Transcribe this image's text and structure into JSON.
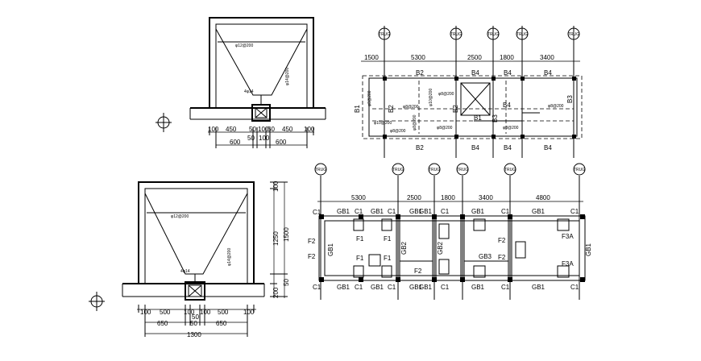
{
  "axis_label": "TRUG",
  "pile_cap_top": {
    "rebar_top": "φ12@200",
    "rebar_side": "φ14@200",
    "anchor": "4φ14",
    "dims_row1": [
      "100",
      "450",
      "50",
      "100",
      "50",
      "450",
      "100"
    ],
    "dims_row2": [
      "600",
      "50",
      "100",
      "600"
    ]
  },
  "pile_cap_bottom": {
    "rebar_top": "φ12@200",
    "rebar_side": "φ14@200",
    "anchor": "4φ14",
    "dims_row1": [
      "100",
      "500",
      "100",
      "50",
      "100",
      "500",
      "100"
    ],
    "dims_row2": [
      "650",
      "50",
      "650"
    ],
    "dims_total": "1300",
    "vertical_dims": [
      "100",
      "1250",
      "1500",
      "50",
      "200"
    ]
  },
  "top_plan": {
    "spans": [
      "1500",
      "5300",
      "2500",
      "1800",
      "3400"
    ],
    "labels": {
      "B2_top": "B2",
      "B4_top1": "B4",
      "B4_top2": "B4",
      "B4_top3": "B4",
      "B1": "B1",
      "B2_mid1": "B2",
      "B2_mid2": "B2",
      "B3_1": "B3",
      "B3_2": "B3",
      "B4_mid": "B4",
      "B1_mid": "B1",
      "B2_bot": "B2",
      "B4_bot1": "B4",
      "B4_bot2": "B4",
      "B4_bot3": "B4"
    },
    "rebar": {
      "r1": "φ8@200",
      "r2": "φ10@200",
      "r3": "φ8@200",
      "r4": "φ8@200",
      "r5": "φ10@200",
      "r6": "φ8@200",
      "r7": "φ8@200",
      "r8": "φ8@200",
      "r9": "φ8@200",
      "r10": "φ8@200"
    }
  },
  "bottom_plan": {
    "spans": [
      "5300",
      "2500",
      "1800",
      "3400",
      "4800"
    ],
    "labels": {
      "c1": "C1",
      "c2": "C1",
      "c3": "C1",
      "c4": "C1",
      "c5": "C1",
      "c6": "C1",
      "c7": "C1",
      "c8": "C1",
      "c9": "C1",
      "c10": "C1",
      "c11": "C1",
      "c12": "C1",
      "gb_top1": "GB1",
      "gb_top2": "GB1",
      "gb_top3": "GB1",
      "gb_top4": "GB1",
      "gb_top5": "GB1",
      "gb_top6": "GB1",
      "gb_bot1": "GB1",
      "gb_bot2": "GB1",
      "gb_bot3": "GB1",
      "gb_bot4": "GB1",
      "gb_bot5": "GB1",
      "gb_bot6": "GB1",
      "gb_left": "GB1",
      "gb_right": "GB1",
      "gb2_1": "GB2",
      "gb2_2": "GB2",
      "gb3": "GB3",
      "f2_l1": "F2",
      "f2_l2": "F2",
      "f1_1": "F1",
      "f1_2": "F1",
      "f1_3": "F1",
      "f1_4": "F1",
      "f2_m": "F2",
      "f2_r1": "F2",
      "f2_r2": "F2",
      "f3a_1": "F3A",
      "f3a_2": "F3A"
    }
  }
}
